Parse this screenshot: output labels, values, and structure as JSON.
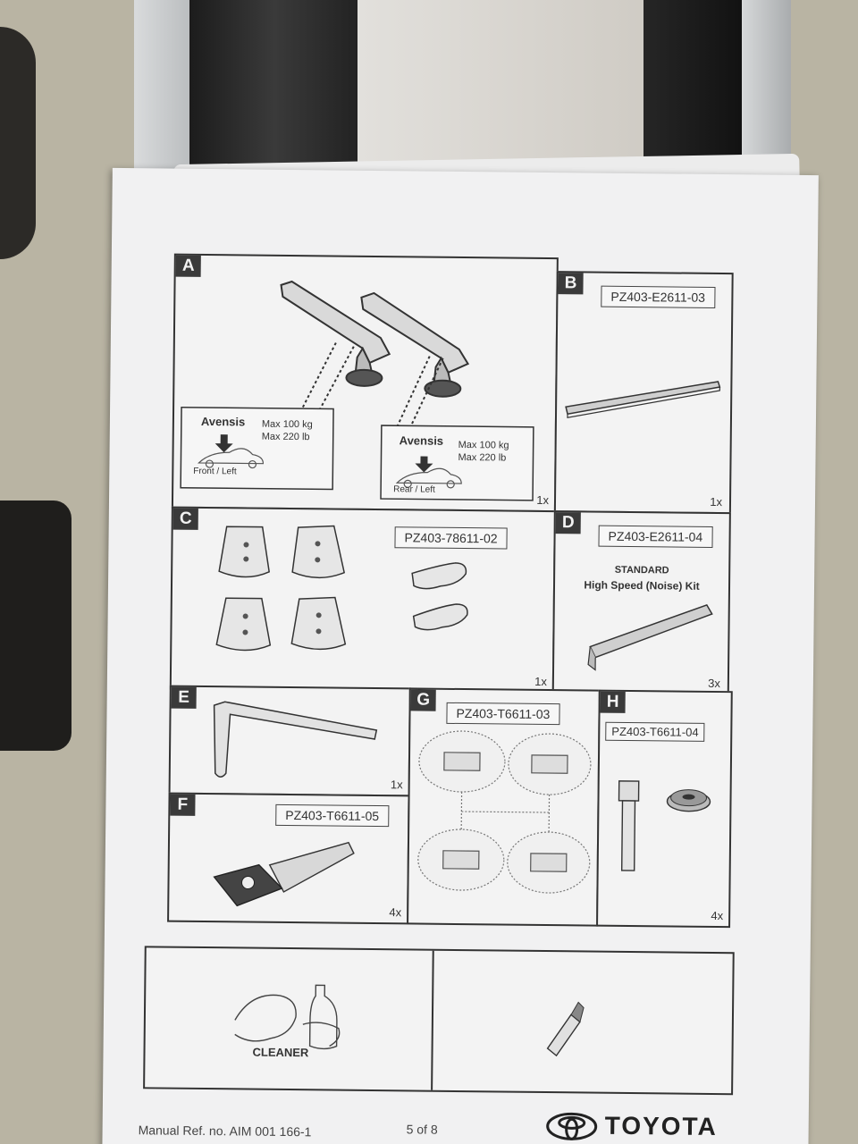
{
  "colors": {
    "paper": "#f1f1f2",
    "ink": "#333333",
    "background": "#b9b4a3"
  },
  "panels": {
    "A": {
      "letter": "A",
      "qty": "1x",
      "labels": [
        {
          "title": "Avensis",
          "max_kg": "Max 100 kg",
          "max_lb": "Max 220 lb",
          "position": "Front / Left"
        },
        {
          "title": "Avensis",
          "max_kg": "Max 100 kg",
          "max_lb": "Max 220 lb",
          "position": "Rear / Left"
        }
      ]
    },
    "B": {
      "letter": "B",
      "part": "PZ403-E2611-03",
      "qty": "1x"
    },
    "C": {
      "letter": "C",
      "part": "PZ403-78611-02",
      "qty": "1x"
    },
    "D": {
      "letter": "D",
      "part": "PZ403-E2611-04",
      "title1": "STANDARD",
      "title2": "High Speed (Noise) Kit",
      "qty": "3x"
    },
    "E": {
      "letter": "E",
      "qty": "1x"
    },
    "F": {
      "letter": "F",
      "part": "PZ403-T6611-05",
      "qty": "4x"
    },
    "G": {
      "letter": "G",
      "part": "PZ403-T6611-03"
    },
    "H": {
      "letter": "H",
      "part": "PZ403-T6611-04",
      "qty": "4x"
    }
  },
  "prep": {
    "cleaner_label": "CLEANER"
  },
  "footer": {
    "manual_ref": "Manual Ref. no. AIM 001 166-1",
    "page": "5 of 8",
    "brand": "TOYOTA"
  }
}
